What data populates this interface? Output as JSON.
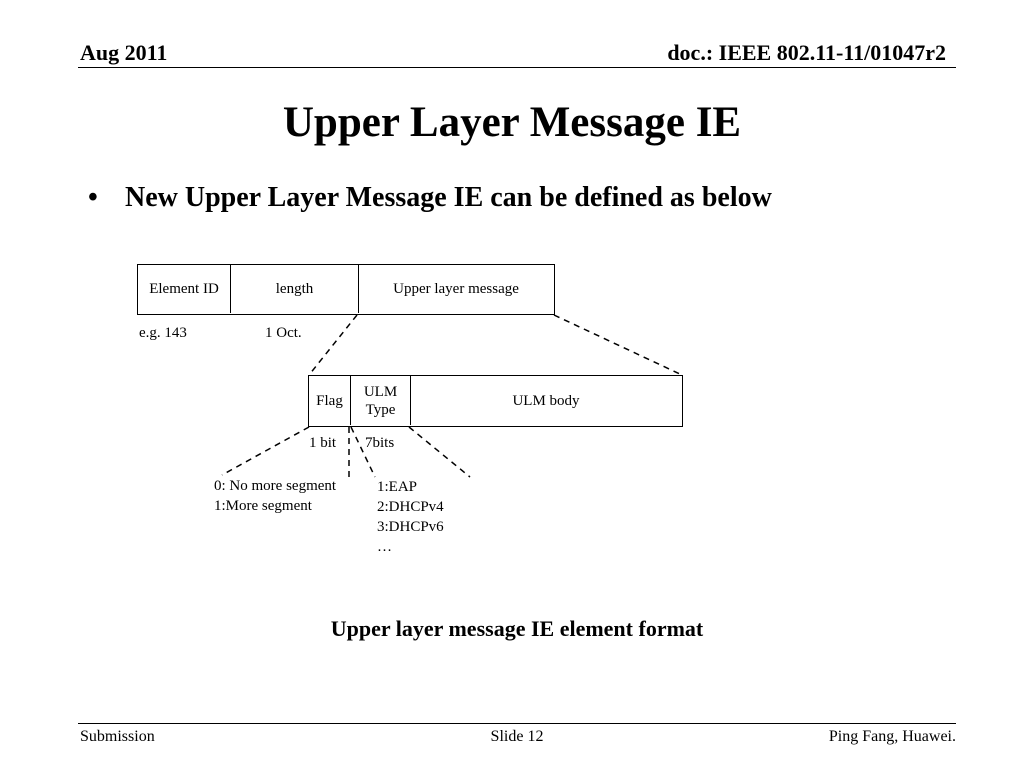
{
  "header": {
    "date": "Aug 2011",
    "doc_id": "doc.: IEEE 802.11-11/01047r2"
  },
  "title": "Upper Layer Message IE",
  "bullet": "New Upper Layer Message IE can be defined as below",
  "ie_fields": [
    {
      "label": "Element ID",
      "note": "e.g. 143"
    },
    {
      "label": "length",
      "note": "1 Oct."
    },
    {
      "label": "Upper layer message",
      "note": ""
    }
  ],
  "ulm_fields": [
    {
      "label": "Flag",
      "note": "1 bit"
    },
    {
      "label": "ULM Type",
      "note": "7bits"
    },
    {
      "label": "ULM body",
      "note": ""
    }
  ],
  "flag_values": [
    "0: No more segment",
    "1:More segment"
  ],
  "type_values": [
    "1:EAP",
    "2:DHCPv4",
    "3:DHCPv6",
    "…"
  ],
  "caption": "Upper layer message IE element format",
  "footer": {
    "left": "Submission",
    "center": "Slide 12",
    "right": "Ping Fang, Huawei."
  }
}
